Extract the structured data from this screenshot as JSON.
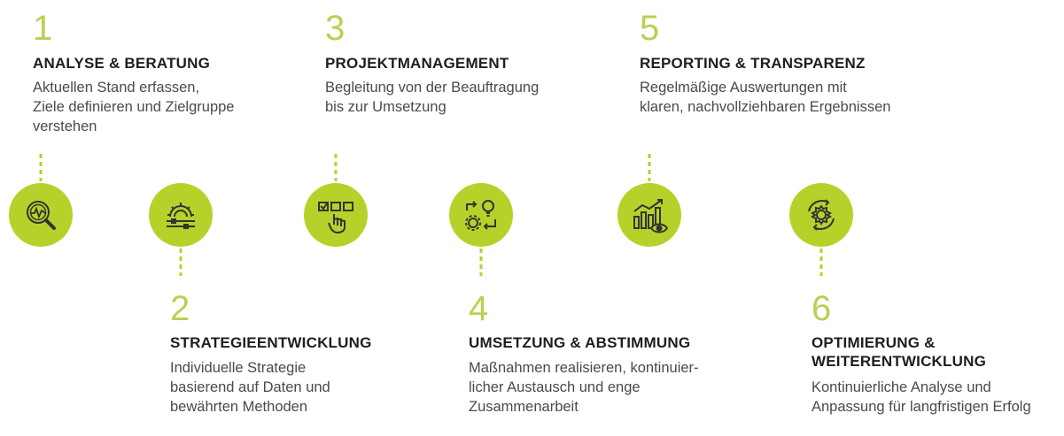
{
  "colors": {
    "accent": "#b6d22a",
    "number": "#b6d250",
    "line_start": "#b6d22a",
    "line_end": "#3a3a3a",
    "title": "#1e1e1e",
    "text": "#4a4a4a"
  },
  "steps": [
    {
      "number": "1",
      "title": "ANALYSE & BERATUNG",
      "desc": "Aktuellen Stand erfassen,\nZiele definieren und Zielgruppe\nverstehen",
      "icon": "magnifier-chart-icon"
    },
    {
      "number": "2",
      "title": "STRATEGIEENTWICKLUNG",
      "desc": "Individuelle Strategie\nbasierend auf Daten und\nbewährten Methoden",
      "icon": "gear-sliders-icon"
    },
    {
      "number": "3",
      "title": "PROJEKTMANAGEMENT",
      "desc": "Begleitung von der Beauftragung\nbis zur Umsetzung",
      "icon": "checkbox-hand-icon"
    },
    {
      "number": "4",
      "title": "UMSETZUNG & ABSTIMMUNG",
      "desc": "Maßnahmen realisieren, kontinuier-\nlicher Austausch und enge\nZusammenarbeit",
      "icon": "gear-lightbulb-icon"
    },
    {
      "number": "5",
      "title": "REPORTING & TRANSPARENZ",
      "desc": "Regelmäßige Auswertungen mit\nklaren, nachvollziehbaren Ergebnissen",
      "icon": "chart-eye-icon"
    },
    {
      "number": "6",
      "title": "OPTIMIERUNG &\nWEITERENTWICKLUNG",
      "desc": "Kontinuierliche Analyse und\nAnpassung für langfristigen Erfolg",
      "icon": "gear-cycle-icon"
    }
  ]
}
